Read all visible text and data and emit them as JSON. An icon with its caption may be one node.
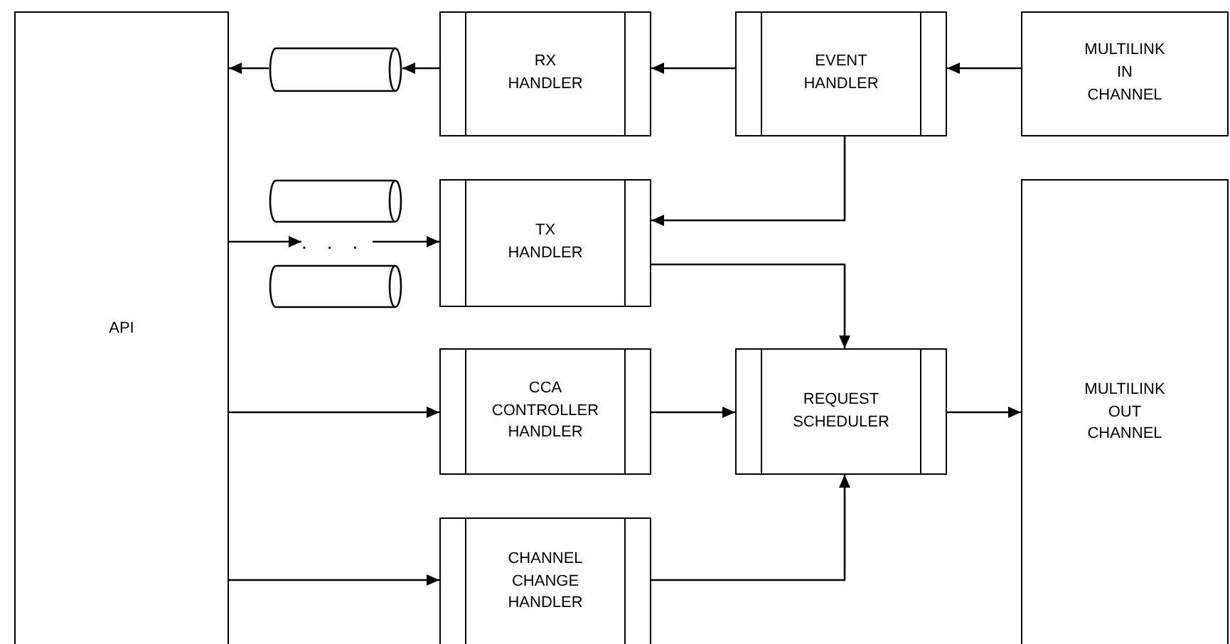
{
  "diagram": {
    "nodes": [
      {
        "text": [
          "API"
        ]
      },
      {
        "text": [
          "RX HANDLER"
        ]
      },
      {
        "text": [
          "EVENT HANDLER"
        ]
      },
      {
        "text": [
          "MULTILINK IN CHANNEL"
        ]
      },
      {
        "text": [],
        "shape": "cylinder"
      },
      {
        "text": [],
        "shape": "cylinder"
      },
      {
        "text": [
          "..."
        ]
      },
      {
        "text": [],
        "shape": "cylinder"
      },
      {
        "text": [
          "TX HANDLER"
        ]
      },
      {
        "text": [
          "MULTILINK OUT CHANNEL"
        ]
      },
      {
        "text": [
          "CCA CONTROLLER HANDLER"
        ]
      },
      {
        "text": [
          "REQUEST SCHEDULER"
        ]
      },
      {
        "text": [
          "CHANNEL CHANGE HANDLER"
        ]
      }
    ],
    "edges": [
      {
        "from": 3,
        "to": 2,
        "arrow": "to"
      },
      {
        "from": 2,
        "to": 1,
        "arrow": "to"
      },
      {
        "from": 1,
        "to": 4,
        "arrow": "to"
      },
      {
        "from": 4,
        "to": 0,
        "arrow": "to"
      },
      {
        "from": 2,
        "to": 8,
        "arrow": "to"
      },
      {
        "from": 0,
        "to": 6,
        "arrow": "to"
      },
      {
        "from": 6,
        "to": 8,
        "arrow": "to"
      },
      {
        "from": 8,
        "to": 11,
        "arrow": "to"
      },
      {
        "from": 0,
        "to": 10,
        "arrow": "to"
      },
      {
        "from": 10,
        "to": 11,
        "arrow": "to"
      },
      {
        "from": 0,
        "to": 12,
        "arrow": "to"
      },
      {
        "from": 12,
        "to": 11,
        "arrow": "to"
      },
      {
        "from": 11,
        "to": 9,
        "arrow": "to"
      }
    ]
  }
}
